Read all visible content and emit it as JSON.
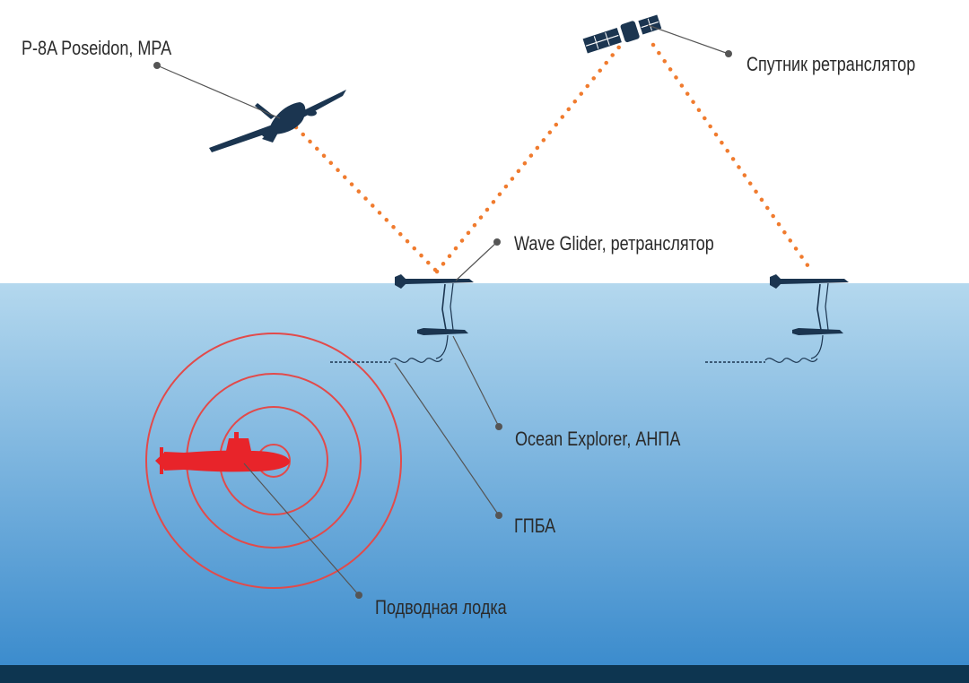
{
  "labels": {
    "mpa": "P-8A Poseidon, MPA",
    "satellite": "Спутник ретранслятор",
    "wave_glider": "Wave Glider, ретранслятор",
    "ocean_explorer": "Ocean Explorer, АНПА",
    "gpba": "ГПБА",
    "submarine": "Подводная лодка"
  },
  "colors": {
    "sky": "#ffffff",
    "sea_top": "#b4d8ee",
    "sea_bottom": "#3c8ccd",
    "bottom_bar": "#0d3550",
    "link_dots": "#f07b2e",
    "sonar_rings": "#e24a4a",
    "submarine": "#e8242a",
    "vehicles": "#1b3550",
    "leader_lines": "#555555"
  },
  "icons": [
    "aircraft-icon",
    "satellite-icon",
    "wave-glider-icon",
    "submarine-icon"
  ]
}
